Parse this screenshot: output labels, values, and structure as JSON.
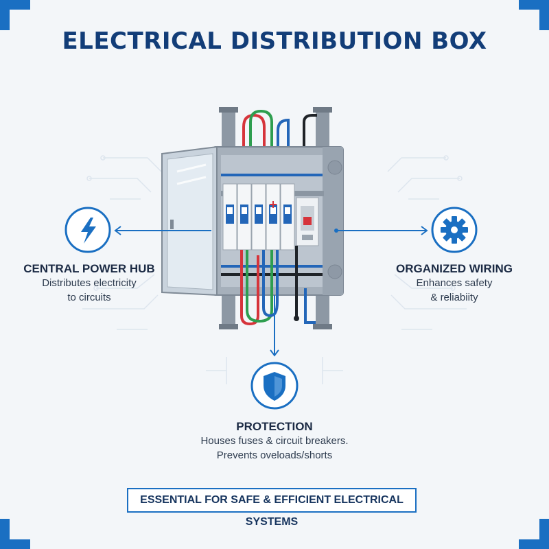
{
  "title": "ELECTRICAL DISTRIBUTION BOX",
  "callouts": {
    "central_power_hub": {
      "heading": "CENTRAL POWER HUB",
      "desc_line1": "Distributes electricity",
      "desc_line2": "to circuits",
      "icon": "lightning-icon"
    },
    "organized_wiring": {
      "heading": "ORGANIZED WIRING",
      "desc_line1": "Enhances safety",
      "desc_line2": "& reliabiity",
      "icon": "gear-icon"
    },
    "protection": {
      "heading": "PROTECTION",
      "desc_line1": "Houses fuses & circuit breakers.",
      "desc_line2": "Prevents oveloads/shorts",
      "icon": "shield-icon"
    }
  },
  "footer": "ESSENTIAL FOR SAFE & EFFICIENT ELECTRICAL SYSTEMS",
  "colors": {
    "accent": "#1a6fc2",
    "title": "#123d78",
    "background": "#f3f6f9",
    "wire_red": "#d6343b",
    "wire_green": "#2e9e4f",
    "wire_blue": "#2366b8",
    "wire_black": "#1f2328"
  }
}
